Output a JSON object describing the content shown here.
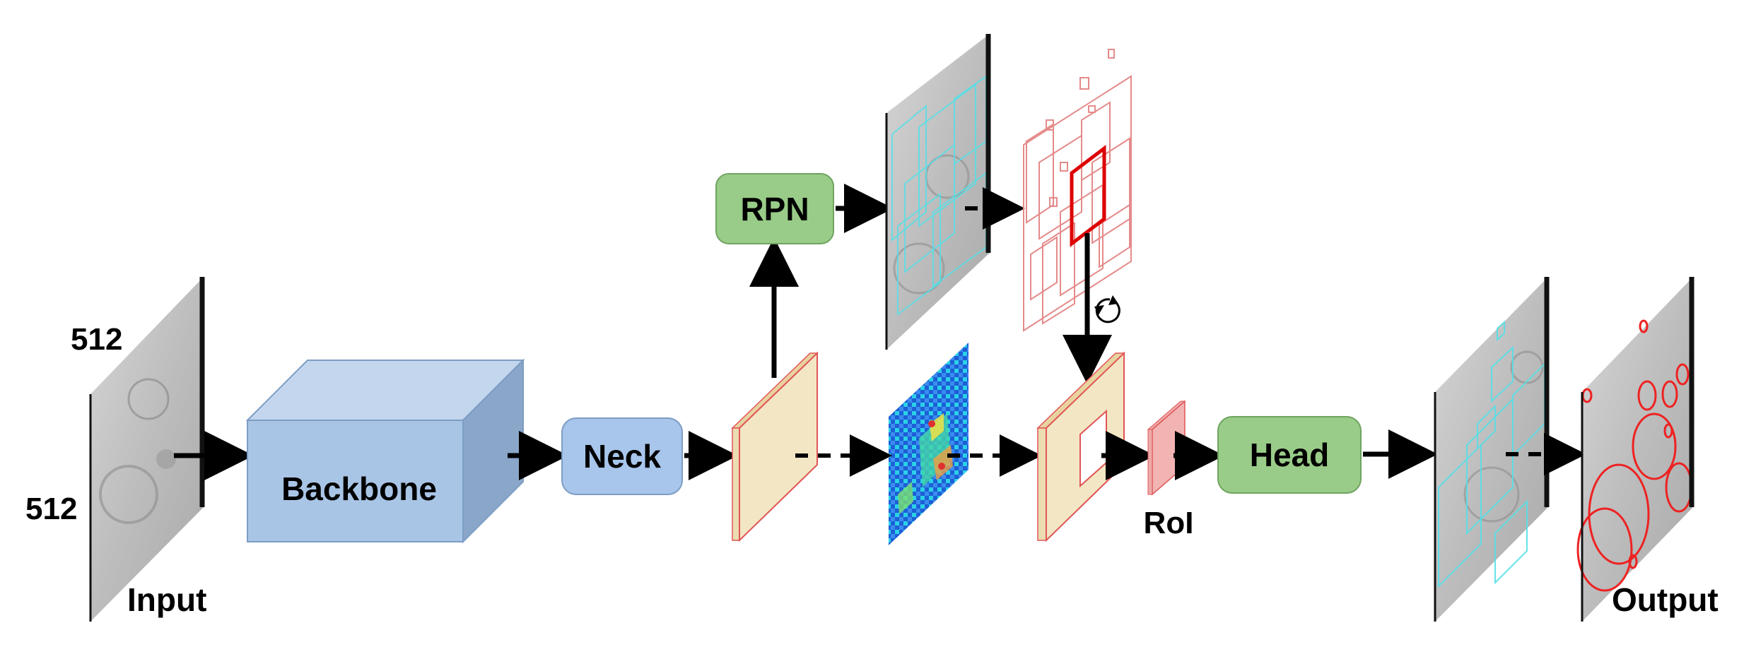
{
  "labels": {
    "dim_top": "512",
    "dim_left": "512",
    "input": "Input",
    "backbone": "Backbone",
    "neck": "Neck",
    "rpn": "RPN",
    "head": "Head",
    "roi": "RoI",
    "output": "Output"
  },
  "icons": {
    "refresh": "refresh-icon"
  },
  "colors": {
    "backbone_front": "#a9c5e6",
    "backbone_top": "#c3d6ee",
    "backbone_side": "#8aa6c9",
    "neck_fill": "#a8c6ec",
    "module_green": "#99cc88",
    "feature_map": "#f3e6c4",
    "feature_edge": "#e05555",
    "roi_fill": "#f2b3b3",
    "proposal_box": "#e58a8a",
    "selected_box": "#dd0000",
    "anchor_cyan": "#55e0e8",
    "crater_red": "#ee2222"
  }
}
